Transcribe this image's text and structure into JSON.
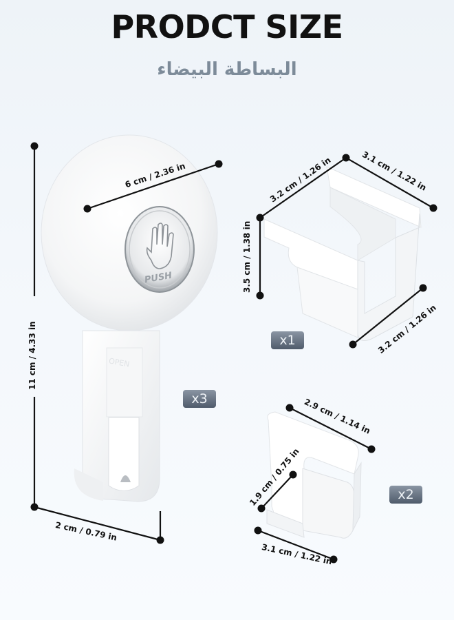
{
  "header": {
    "title": "PRODCT SIZE",
    "subtitle": "البساطة البيضاء"
  },
  "products": [
    {
      "name": "suction-hook",
      "quantity": "x3",
      "button_text": "PUSH",
      "stem_text": "OPEN",
      "dimensions": {
        "diameter": "6 cm / 2.36 in",
        "height": "11 cm / 4.33 in",
        "depth": "2 cm / 0.79 in"
      }
    },
    {
      "name": "square-clip",
      "quantity": "x1",
      "dimensions": {
        "top_left": "3.2 cm / 1.26 in",
        "top_right": "3.1 cm / 1.22 in",
        "height": "3.5 cm / 1.38 in",
        "bottom": "3.2 cm / 1.26 in"
      }
    },
    {
      "name": "small-clip",
      "quantity": "x2",
      "dimensions": {
        "top": "2.9 cm / 1.14 in",
        "side": "1.9 cm / 0.75 in",
        "bottom": "3.1 cm / 1.22 in"
      }
    }
  ],
  "colors": {
    "background": "#f3f7fb",
    "title": "#111111",
    "subtitle": "#7d8b99",
    "badge_top": "#8a95a3",
    "badge_bottom": "#4f5b6b",
    "product": "#ffffff"
  }
}
